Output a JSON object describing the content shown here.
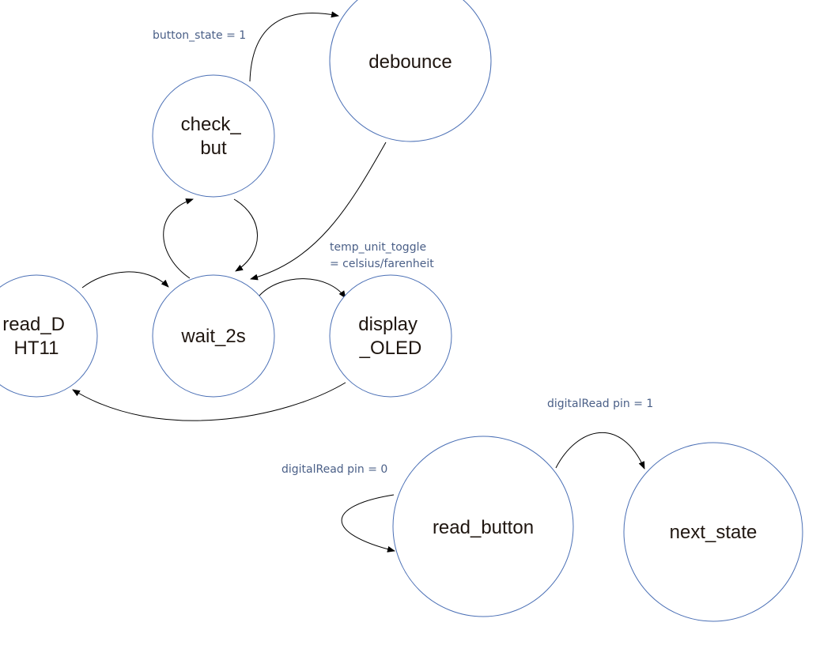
{
  "diagram": {
    "colors": {
      "node_stroke": "#4a6fb5",
      "node_text": "#1f1610",
      "edge": "#000000",
      "edge_label": "#4a5f87"
    },
    "nodes": {
      "check_but": {
        "lines": [
          "check_",
          "but"
        ]
      },
      "debounce": {
        "lines": [
          "debounce"
        ]
      },
      "read_dht11": {
        "lines": [
          "read_D",
          "HT11"
        ]
      },
      "wait_2s": {
        "lines": [
          "wait_2s"
        ]
      },
      "display_oled": {
        "lines": [
          "display",
          "_OLED"
        ]
      },
      "read_button": {
        "lines": [
          "read_button"
        ]
      },
      "next_state": {
        "lines": [
          "next_state"
        ]
      }
    },
    "edge_labels": {
      "button_state": [
        "button_state = 1"
      ],
      "temp_unit": [
        "temp_unit_toggle",
        "= celsius/farenheit"
      ],
      "pin_one": [
        "digitalRead pin = 1"
      ],
      "pin_zero": [
        "digitalRead pin = 0"
      ]
    }
  }
}
